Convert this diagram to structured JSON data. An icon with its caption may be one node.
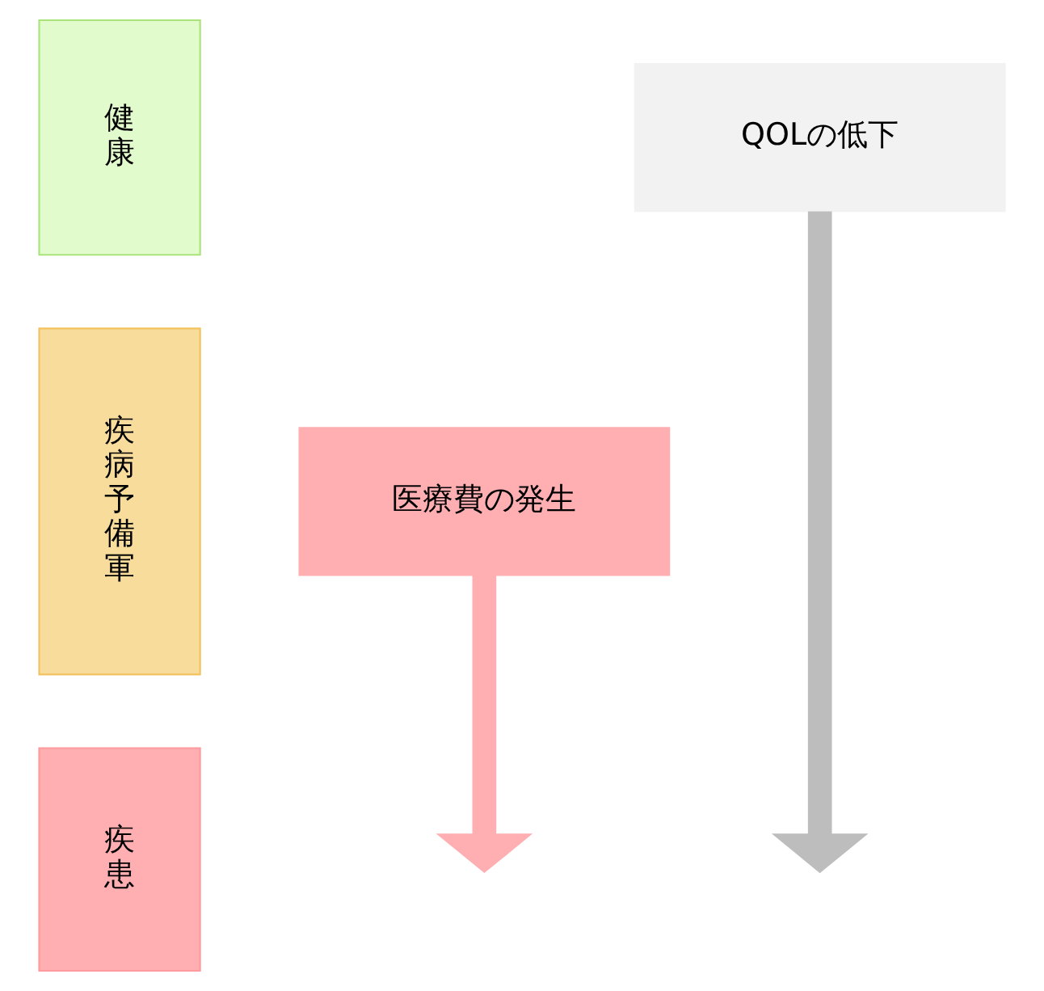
{
  "diagram": {
    "nodes": [
      {
        "text": [
          "健康"
        ]
      },
      {
        "text": [
          "疾病予備軍"
        ]
      },
      {
        "text": [
          "疾患"
        ]
      },
      {
        "text": [
          "QOLの低下"
        ]
      },
      {
        "text": [
          "医療費の発生"
        ]
      }
    ],
    "edges": [
      {
        "from": 3,
        "to": null,
        "arrow": "to",
        "color": "#bdbdbd"
      },
      {
        "from": 4,
        "to": null,
        "arrow": "to",
        "color": "#ffaeb1"
      }
    ]
  }
}
